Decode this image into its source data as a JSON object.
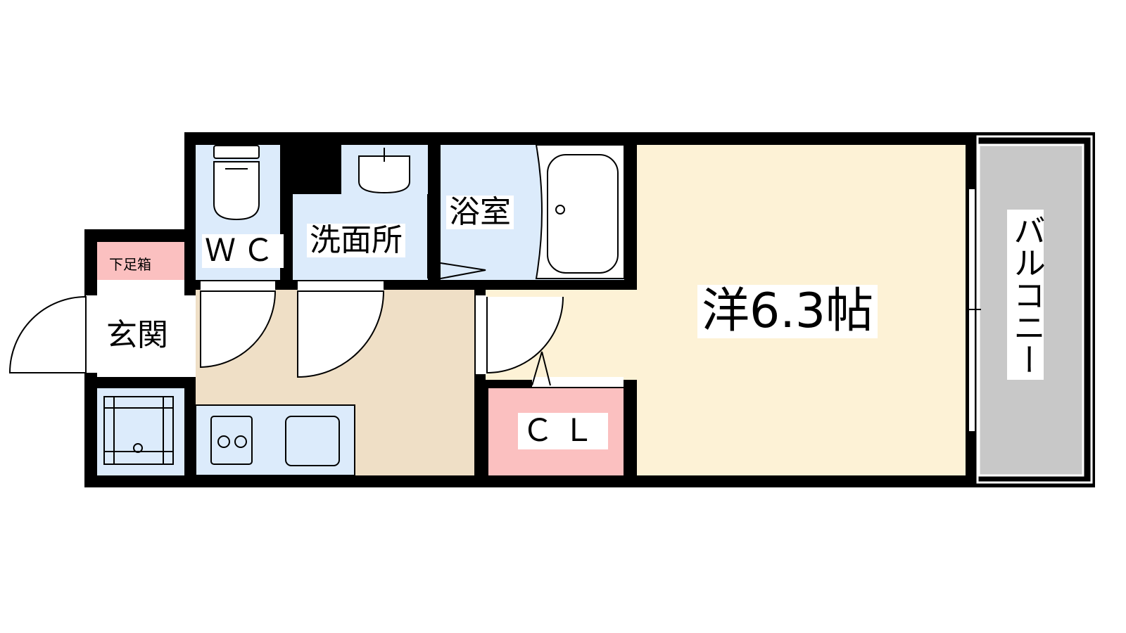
{
  "rooms": {
    "wc": "ＷＣ",
    "washroom": "洗面所",
    "bathroom": "浴室",
    "entrance": "玄関",
    "shoe_box": "下足箱",
    "closet": "ＣＬ",
    "western_room": "洋6.3帖",
    "balcony": "バルコニー"
  },
  "colors": {
    "wall": "#000000",
    "wet_area": "#dcebfb",
    "western_room": "#fdf2d6",
    "kitchen_floor": "#efdfc6",
    "closet": "#fbc0c0",
    "shoe_box": "#fbc0c0",
    "balcony": "#c8c8c8",
    "fixture_line": "#000000"
  }
}
